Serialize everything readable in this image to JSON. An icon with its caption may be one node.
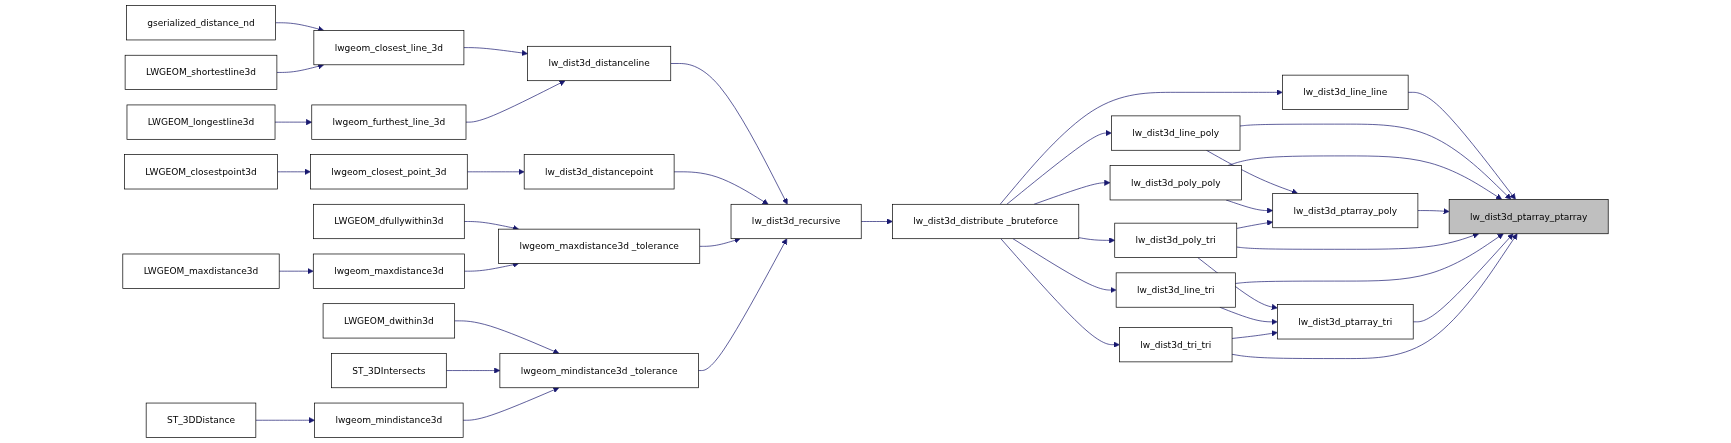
{
  "diagram": {
    "nodes": [
      {
        "text": [
          "gserialized_distance_nd"
        ]
      },
      {
        "text": [
          "LWGEOM_shortestline3d"
        ]
      },
      {
        "text": [
          "LWGEOM_longestline3d"
        ]
      },
      {
        "text": [
          "LWGEOM_closestpoint3d"
        ]
      },
      {
        "text": [
          "LWGEOM_dfullywithin3d"
        ]
      },
      {
        "text": [
          "LWGEOM_maxdistance3d"
        ]
      },
      {
        "text": [
          "LWGEOM_dwithin3d"
        ]
      },
      {
        "text": [
          "ST_3DDistance"
        ]
      },
      {
        "text": [
          "ST_3DIntersects"
        ]
      },
      {
        "text": [
          "lwgeom_closest_line_3d"
        ]
      },
      {
        "text": [
          "lwgeom_furthest_line_3d"
        ]
      },
      {
        "text": [
          "lwgeom_closest_point_3d"
        ]
      },
      {
        "text": [
          "lwgeom_maxdistance3d"
        ]
      },
      {
        "text": [
          "lwgeom_mindistance3d"
        ]
      },
      {
        "text": [
          "lw_dist3d_distanceline"
        ]
      },
      {
        "text": [
          "lw_dist3d_distancepoint"
        ]
      },
      {
        "text": [
          "lwgeom_maxdistance3d _tolerance"
        ]
      },
      {
        "text": [
          "lwgeom_mindistance3d _tolerance"
        ]
      },
      {
        "text": [
          "lw_dist3d_recursive"
        ]
      },
      {
        "text": [
          "lw_dist3d_distribute _bruteforce"
        ]
      },
      {
        "text": [
          "lw_dist3d_line_line"
        ]
      },
      {
        "text": [
          "lw_dist3d_line_poly"
        ]
      },
      {
        "text": [
          "lw_dist3d_poly_poly"
        ]
      },
      {
        "text": [
          "lw_dist3d_poly_tri"
        ]
      },
      {
        "text": [
          "lw_dist3d_line_tri"
        ]
      },
      {
        "text": [
          "lw_dist3d_tri_tri"
        ]
      },
      {
        "text": [
          "lw_dist3d_ptarray_poly"
        ]
      },
      {
        "text": [
          "lw_dist3d_ptarray_tri"
        ]
      },
      {
        "text": [
          "lw_dist3d_ptarray_ptarray"
        ]
      }
    ],
    "edges": [
      {
        "from": 0,
        "to": 9,
        "arrow": "to"
      },
      {
        "from": 1,
        "to": 9,
        "arrow": "to"
      },
      {
        "from": 2,
        "to": 10,
        "arrow": "to"
      },
      {
        "from": 3,
        "to": 11,
        "arrow": "to"
      },
      {
        "from": 4,
        "to": 16,
        "arrow": "to"
      },
      {
        "from": 5,
        "to": 12,
        "arrow": "to"
      },
      {
        "from": 6,
        "to": 17,
        "arrow": "to"
      },
      {
        "from": 7,
        "to": 13,
        "arrow": "to"
      },
      {
        "from": 8,
        "to": 17,
        "arrow": "to"
      },
      {
        "from": 9,
        "to": 14,
        "arrow": "to"
      },
      {
        "from": 10,
        "to": 14,
        "arrow": "to"
      },
      {
        "from": 11,
        "to": 15,
        "arrow": "to"
      },
      {
        "from": 12,
        "to": 16,
        "arrow": "to"
      },
      {
        "from": 13,
        "to": 17,
        "arrow": "to"
      },
      {
        "from": 14,
        "to": 18,
        "arrow": "to"
      },
      {
        "from": 15,
        "to": 18,
        "arrow": "to"
      },
      {
        "from": 16,
        "to": 18,
        "arrow": "to"
      },
      {
        "from": 17,
        "to": 18,
        "arrow": "to"
      },
      {
        "from": 18,
        "to": 19,
        "arrow": "to"
      },
      {
        "from": 19,
        "to": 20,
        "arrow": "to"
      },
      {
        "from": 19,
        "to": 21,
        "arrow": "to"
      },
      {
        "from": 19,
        "to": 22,
        "arrow": "to"
      },
      {
        "from": 19,
        "to": 23,
        "arrow": "to"
      },
      {
        "from": 19,
        "to": 24,
        "arrow": "to"
      },
      {
        "from": 19,
        "to": 25,
        "arrow": "to"
      },
      {
        "from": 21,
        "to": 26,
        "arrow": "to"
      },
      {
        "from": 22,
        "to": 26,
        "arrow": "to"
      },
      {
        "from": 23,
        "to": 26,
        "arrow": "to"
      },
      {
        "from": 23,
        "to": 27,
        "arrow": "to"
      },
      {
        "from": 24,
        "to": 27,
        "arrow": "to"
      },
      {
        "from": 25,
        "to": 27,
        "arrow": "to"
      },
      {
        "from": 20,
        "to": 28,
        "arrow": "to"
      },
      {
        "from": 21,
        "to": 28,
        "arrow": "to"
      },
      {
        "from": 22,
        "to": 28,
        "arrow": "to"
      },
      {
        "from": 26,
        "to": 28,
        "arrow": "to"
      },
      {
        "from": 23,
        "to": 28,
        "arrow": "to"
      },
      {
        "from": 24,
        "to": 28,
        "arrow": "to"
      },
      {
        "from": 27,
        "to": 28,
        "arrow": "to"
      },
      {
        "from": 25,
        "to": 28,
        "arrow": "to"
      }
    ]
  }
}
